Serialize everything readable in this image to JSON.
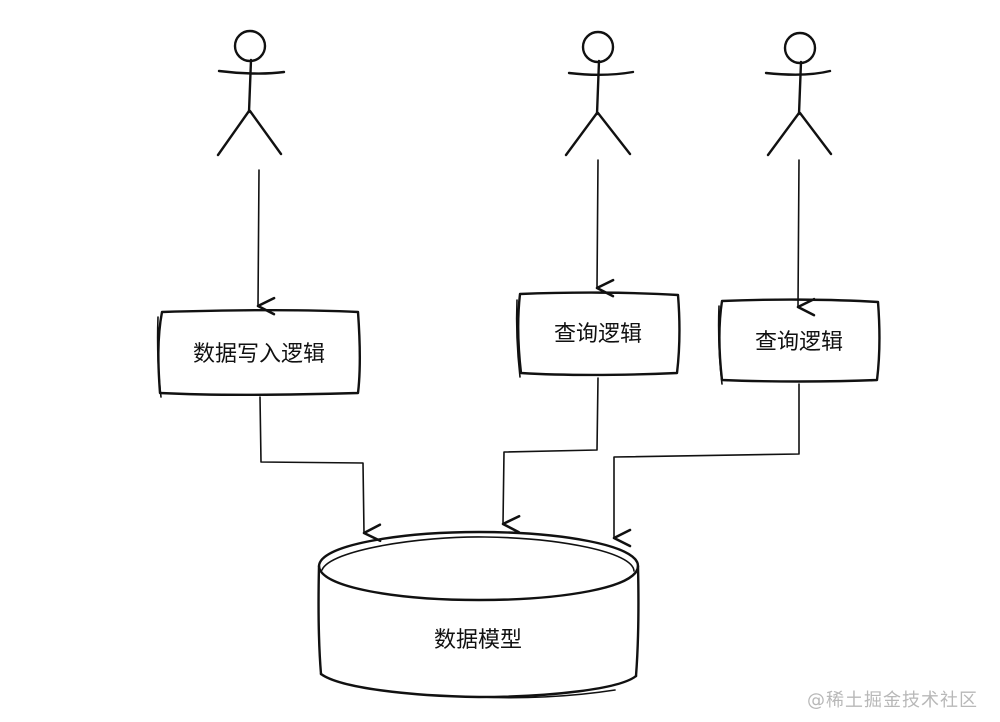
{
  "diagram": {
    "boxes": {
      "write_logic": "数据写入逻辑",
      "query_logic_1": "查询逻辑",
      "query_logic_2": "查询逻辑"
    },
    "database": "数据模型"
  },
  "watermark": "@稀土掘金技术社区",
  "colors": {
    "stroke": "#111111",
    "watermark": "#b8b8b8",
    "background": "#ffffff"
  }
}
